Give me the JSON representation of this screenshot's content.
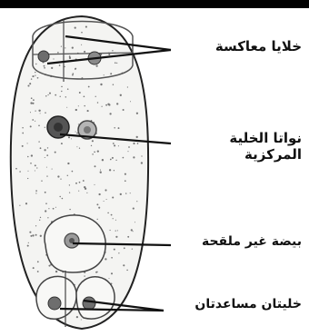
{
  "labels": {
    "antipodal": "خلايا معاكسة",
    "polar_nuclei": "نواتا الخلية المركزية",
    "egg": "بيضة غير ملقحة",
    "synergids": "خليتان مساعدتان"
  }
}
